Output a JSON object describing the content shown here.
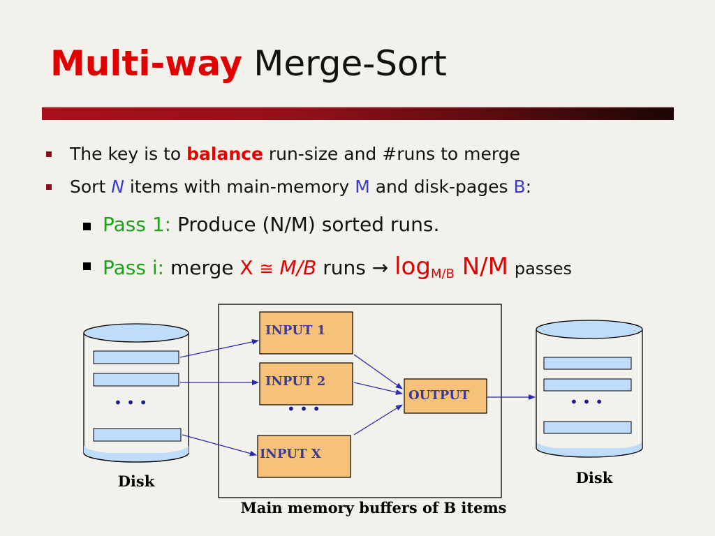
{
  "slide": {
    "title_accent": "Multi-way",
    "title_rest": "Merge-Sort"
  },
  "bullets": {
    "b1": {
      "prefix": "The key is to ",
      "emph": "balance",
      "suffix": " run-size and #runs to merge"
    },
    "b2": {
      "t1": "Sort ",
      "n": "N",
      "t2": " items with main-memory ",
      "m": "M",
      "t3": " and disk-pages ",
      "b": "B",
      "t4": ":"
    },
    "sub1": {
      "label": "Pass 1:",
      "text": " Produce (N/M) sorted runs."
    },
    "sub2": {
      "label": "Pass i:",
      "t1": " merge ",
      "x": "X",
      "approx": "≅",
      "mb": "M/B",
      "t2": "  runs ",
      "arrow": "→",
      "log": "log",
      "log_sub": "M/B",
      "nm": " N/M",
      "passes": "passes"
    }
  },
  "diagram": {
    "input_1": "INPUT 1",
    "input_2": "INPUT 2",
    "input_x": "INPUT X",
    "output": "OUTPUT",
    "dots": "• • •",
    "disk_left": "Disk",
    "disk_right": "Disk",
    "caption": "Main memory buffers of B items",
    "colors": {
      "buffer_fill": "#f6c27a",
      "disk_fill": "#bfdcfb",
      "arrow": "#2a2ab0",
      "box_text": "#3a3a9a"
    }
  }
}
